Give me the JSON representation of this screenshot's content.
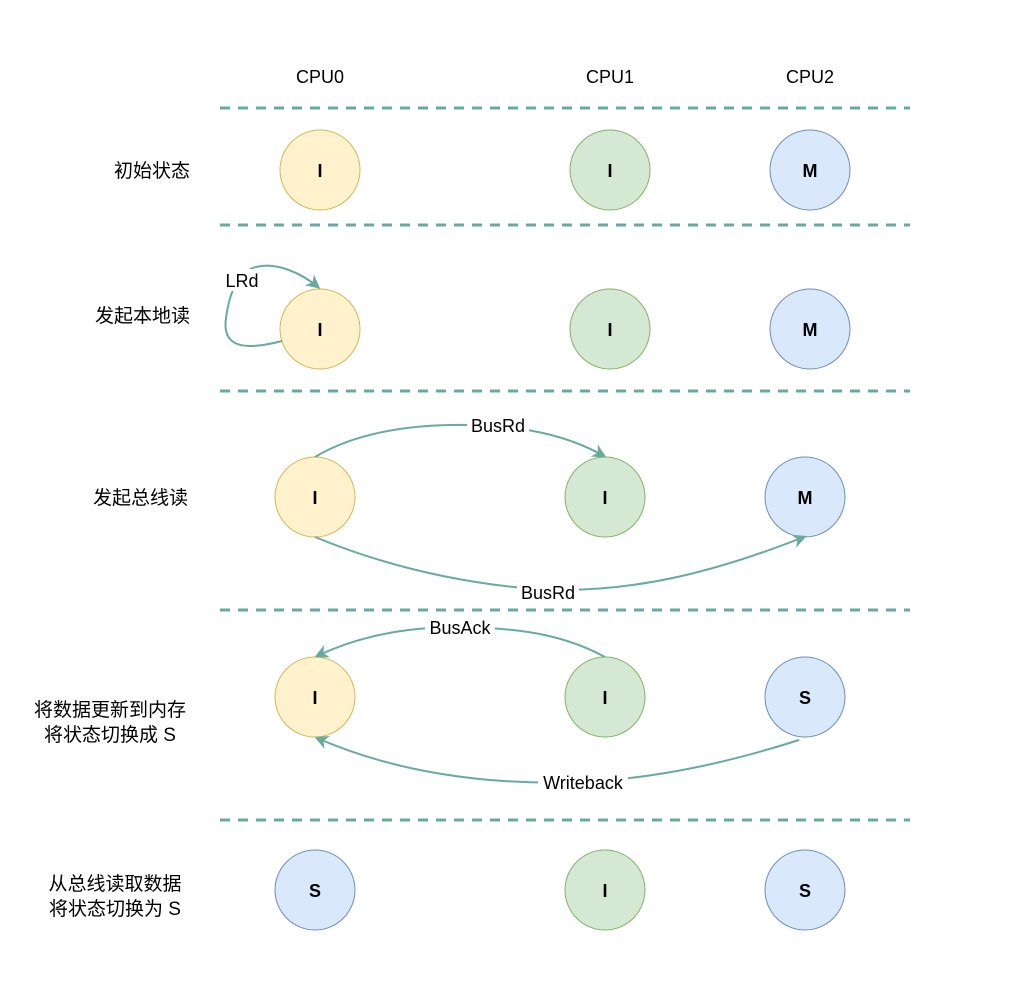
{
  "columns": [
    {
      "label": "CPU0"
    },
    {
      "label": "CPU1"
    },
    {
      "label": "CPU2"
    }
  ],
  "colors": {
    "separator": "#67AB9F",
    "edge": "#67AB9F",
    "state_I_cpu0": {
      "fill": "#FFF2CC",
      "stroke": "#D6B656"
    },
    "state_I_cpu1": {
      "fill": "#D5E8D4",
      "stroke": "#82B366"
    },
    "state_blue": {
      "fill": "#DAE8FC",
      "stroke": "#6C8EBF"
    }
  },
  "rows": [
    {
      "label_lines": [
        "初始状态"
      ],
      "states": [
        "I",
        "I",
        "M"
      ]
    },
    {
      "label_lines": [
        "发起本地读"
      ],
      "states": [
        "I",
        "I",
        "M"
      ]
    },
    {
      "label_lines": [
        "发起总线读"
      ],
      "states": [
        "I",
        "I",
        "M"
      ]
    },
    {
      "label_lines": [
        "将数据更新到内存",
        "将状态切换成 S"
      ],
      "states": [
        "I",
        "I",
        "S"
      ]
    },
    {
      "label_lines": [
        "从总线读取数据",
        "将状态切换为 S"
      ],
      "states": [
        "S",
        "I",
        "S"
      ]
    }
  ],
  "edges": [
    {
      "label": "LRd",
      "from": "CPU0",
      "to": "CPU0",
      "row": 1
    },
    {
      "label": "BusRd",
      "from": "CPU0",
      "to": "CPU1",
      "row": 2
    },
    {
      "label": "BusRd",
      "from": "CPU0",
      "to": "CPU2",
      "row": 2
    },
    {
      "label": "BusAck",
      "from": "CPU1",
      "to": "CPU0",
      "row": 3
    },
    {
      "label": "Writeback",
      "from": "CPU2",
      "to": "CPU0",
      "row": 3
    }
  ]
}
